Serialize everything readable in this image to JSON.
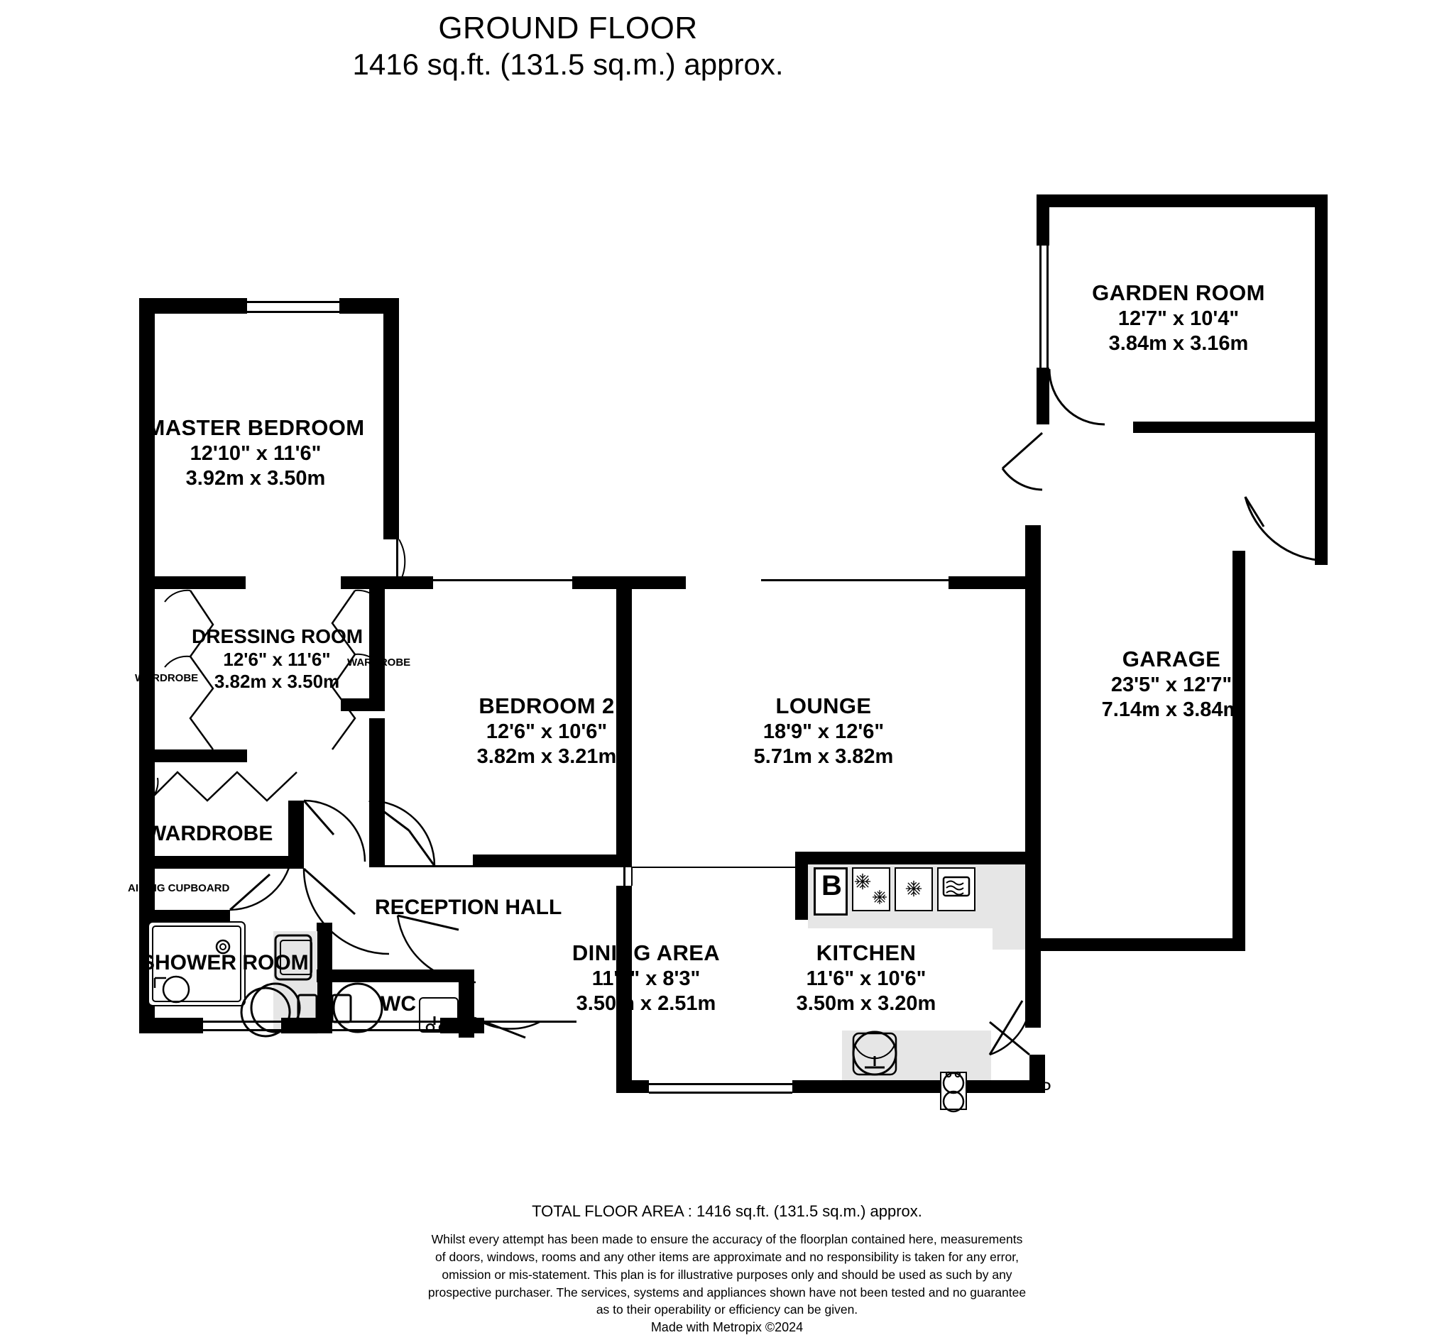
{
  "header": {
    "title": "GROUND FLOOR",
    "area": "1416 sq.ft. (131.5 sq.m.) approx."
  },
  "rooms": [
    {
      "key": "master_bedroom",
      "name": "MASTER BEDROOM",
      "imperial": "12'10\"  x 11'6\"",
      "metric": "3.92m  x 3.50m"
    },
    {
      "key": "dressing_room",
      "name": "DRESSING ROOM",
      "imperial": "12'6\"  x 11'6\"",
      "metric": "3.82m  x 3.50m"
    },
    {
      "key": "bedroom_2",
      "name": "BEDROOM 2",
      "imperial": "12'6\"  x 10'6\"",
      "metric": "3.82m  x 3.21m"
    },
    {
      "key": "lounge",
      "name": "LOUNGE",
      "imperial": "18'9\"  x 12'6\"",
      "metric": "5.71m  x 3.82m"
    },
    {
      "key": "garden_room",
      "name": "GARDEN ROOM",
      "imperial": "12'7\"  x 10'4\"",
      "metric": "3.84m  x 3.16m"
    },
    {
      "key": "garage",
      "name": "GARAGE",
      "imperial": "23'5\"  x 12'7\"",
      "metric": "7.14m  x 3.84m"
    },
    {
      "key": "dining_area",
      "name": "DINING AREA",
      "imperial": "11'6\"  x 8'3\"",
      "metric": "3.50m  x 2.51m"
    },
    {
      "key": "kitchen",
      "name": "KITCHEN",
      "imperial": "11'6\"  x 10'6\"",
      "metric": "3.50m  x 3.20m"
    }
  ],
  "plain_labels": {
    "reception_hall": "RECEPTION HALL",
    "shower_room": "SHOWER ROOM",
    "wardrobe_big": "WARDROBE",
    "wardrobe_left": "WARDROBE",
    "wardrobe_right": "WARDROBE",
    "wc": "WC",
    "airing_cupboard": "AIRING CUPBOARD",
    "cupboard": "CUPBOARD"
  },
  "appliances": {
    "boiler": "B",
    "freezer_icon": "freezer-snowflake-icon",
    "fridge_icon": "fridge-snowflake-icon",
    "hob_icon": "hob-icon",
    "sink_icon": "sink-icon",
    "washing_machine_icon": "washing-machine-icon",
    "shower_icon": "shower-tray-icon",
    "toilet_icon": "toilet-icon",
    "basin_icon": "basin-icon"
  },
  "footer": {
    "total": "TOTAL FLOOR AREA : 1416 sq.ft. (131.5 sq.m.) approx.",
    "disclaimer_lines": [
      "Whilst every attempt has been made to ensure the accuracy of the floorplan contained here, measurements",
      "of doors, windows, rooms and any other items are approximate and no responsibility is taken for any error,",
      "omission or mis-statement. This plan is for illustrative purposes only and should be used as such by any",
      "prospective purchaser. The services, systems and appliances shown have not been tested and no guarantee",
      "as to their operability or efficiency can be given."
    ],
    "made_with": "Made with Metropix ©2024"
  },
  "colors": {
    "wall": "#000000",
    "fill": "#ffffff",
    "shade": "#e6e6e6"
  }
}
